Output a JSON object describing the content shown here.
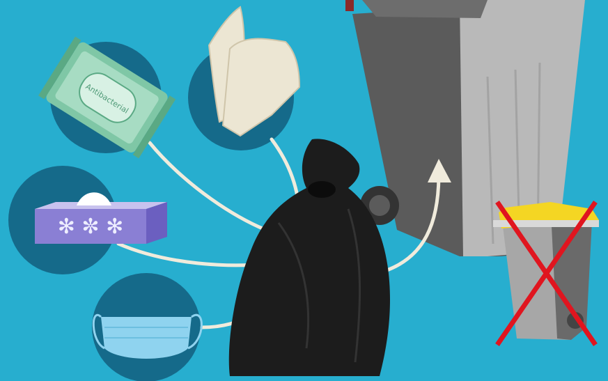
{
  "scene": {
    "colors": {
      "background": "#27aecf",
      "circle": "#156a8a",
      "arrow": "#f0ebdc",
      "bag": "#1c1c1c",
      "bin_dark": "#5b5b5b",
      "bin_light": "#b9b9b9",
      "lid_yellow": "#f4d623",
      "cross": "#e0151f"
    },
    "items": [
      {
        "name": "wet-wipes-pack",
        "label": "Antibacterial"
      },
      {
        "name": "latex-gloves"
      },
      {
        "name": "tissue-box"
      },
      {
        "name": "face-mask"
      }
    ],
    "destination": "black-rubbish-bag",
    "general_waste_bin": "grey-bin",
    "recycling_bin": {
      "lid": "yellow",
      "status": "crossed-out"
    }
  }
}
